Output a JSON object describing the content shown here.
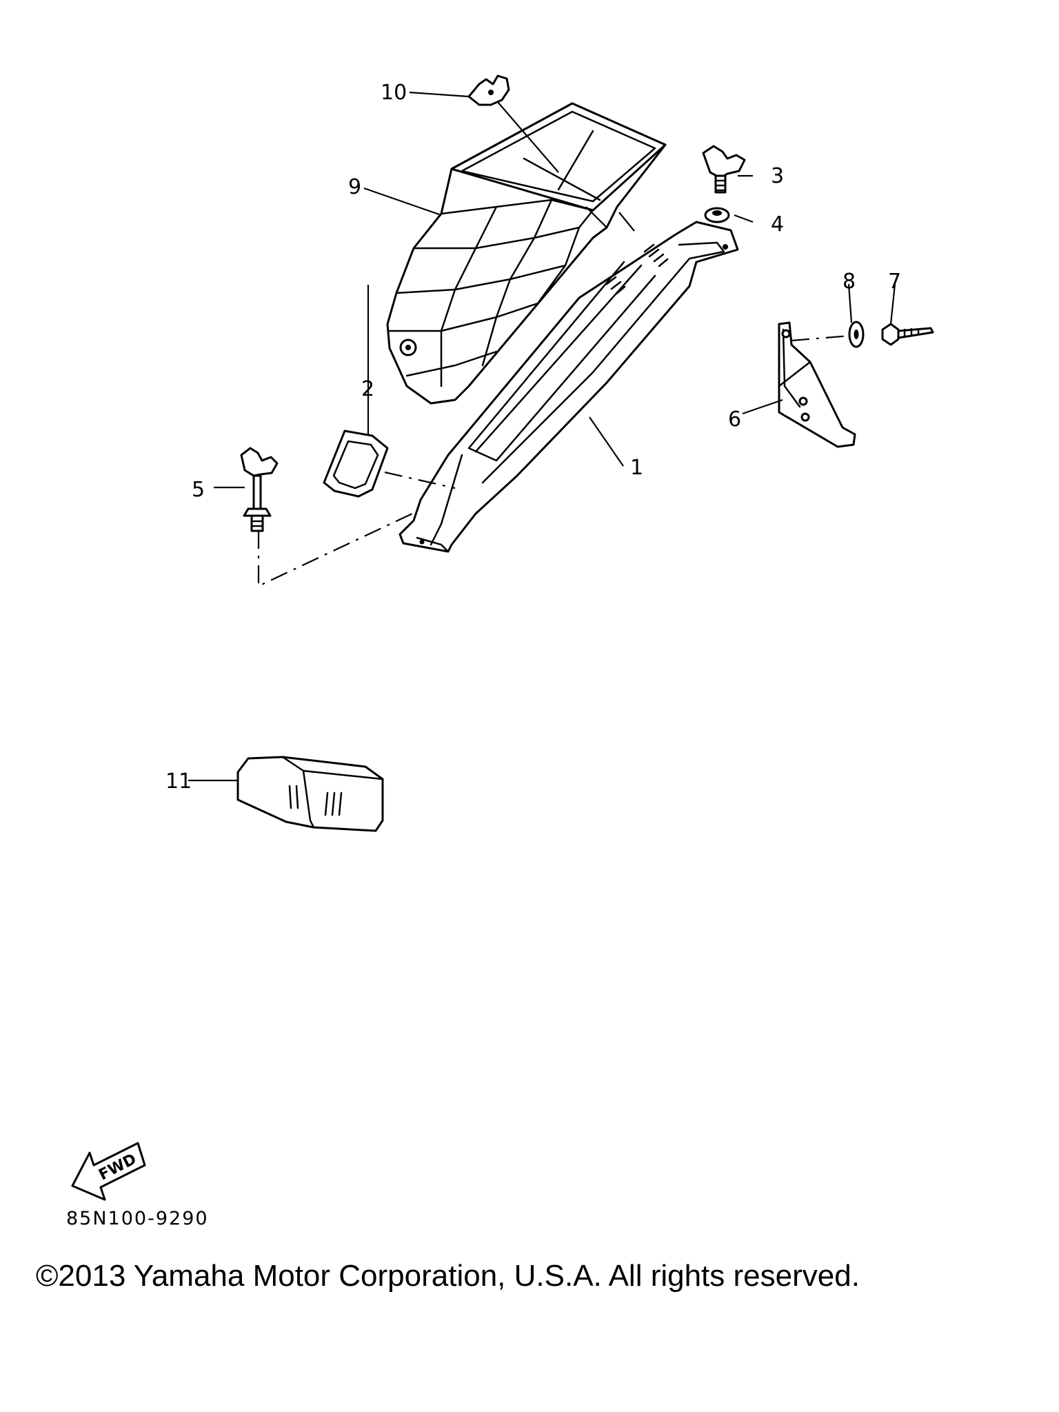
{
  "diagram": {
    "callouts": [
      "1",
      "2",
      "3",
      "4",
      "5",
      "6",
      "7",
      "8",
      "9",
      "10",
      "11"
    ],
    "direction_label": "FWD",
    "code": "85N100-9290"
  },
  "footer": {
    "copyright": "©2013 Yamaha Motor Corporation, U.S.A. All rights reserved."
  }
}
